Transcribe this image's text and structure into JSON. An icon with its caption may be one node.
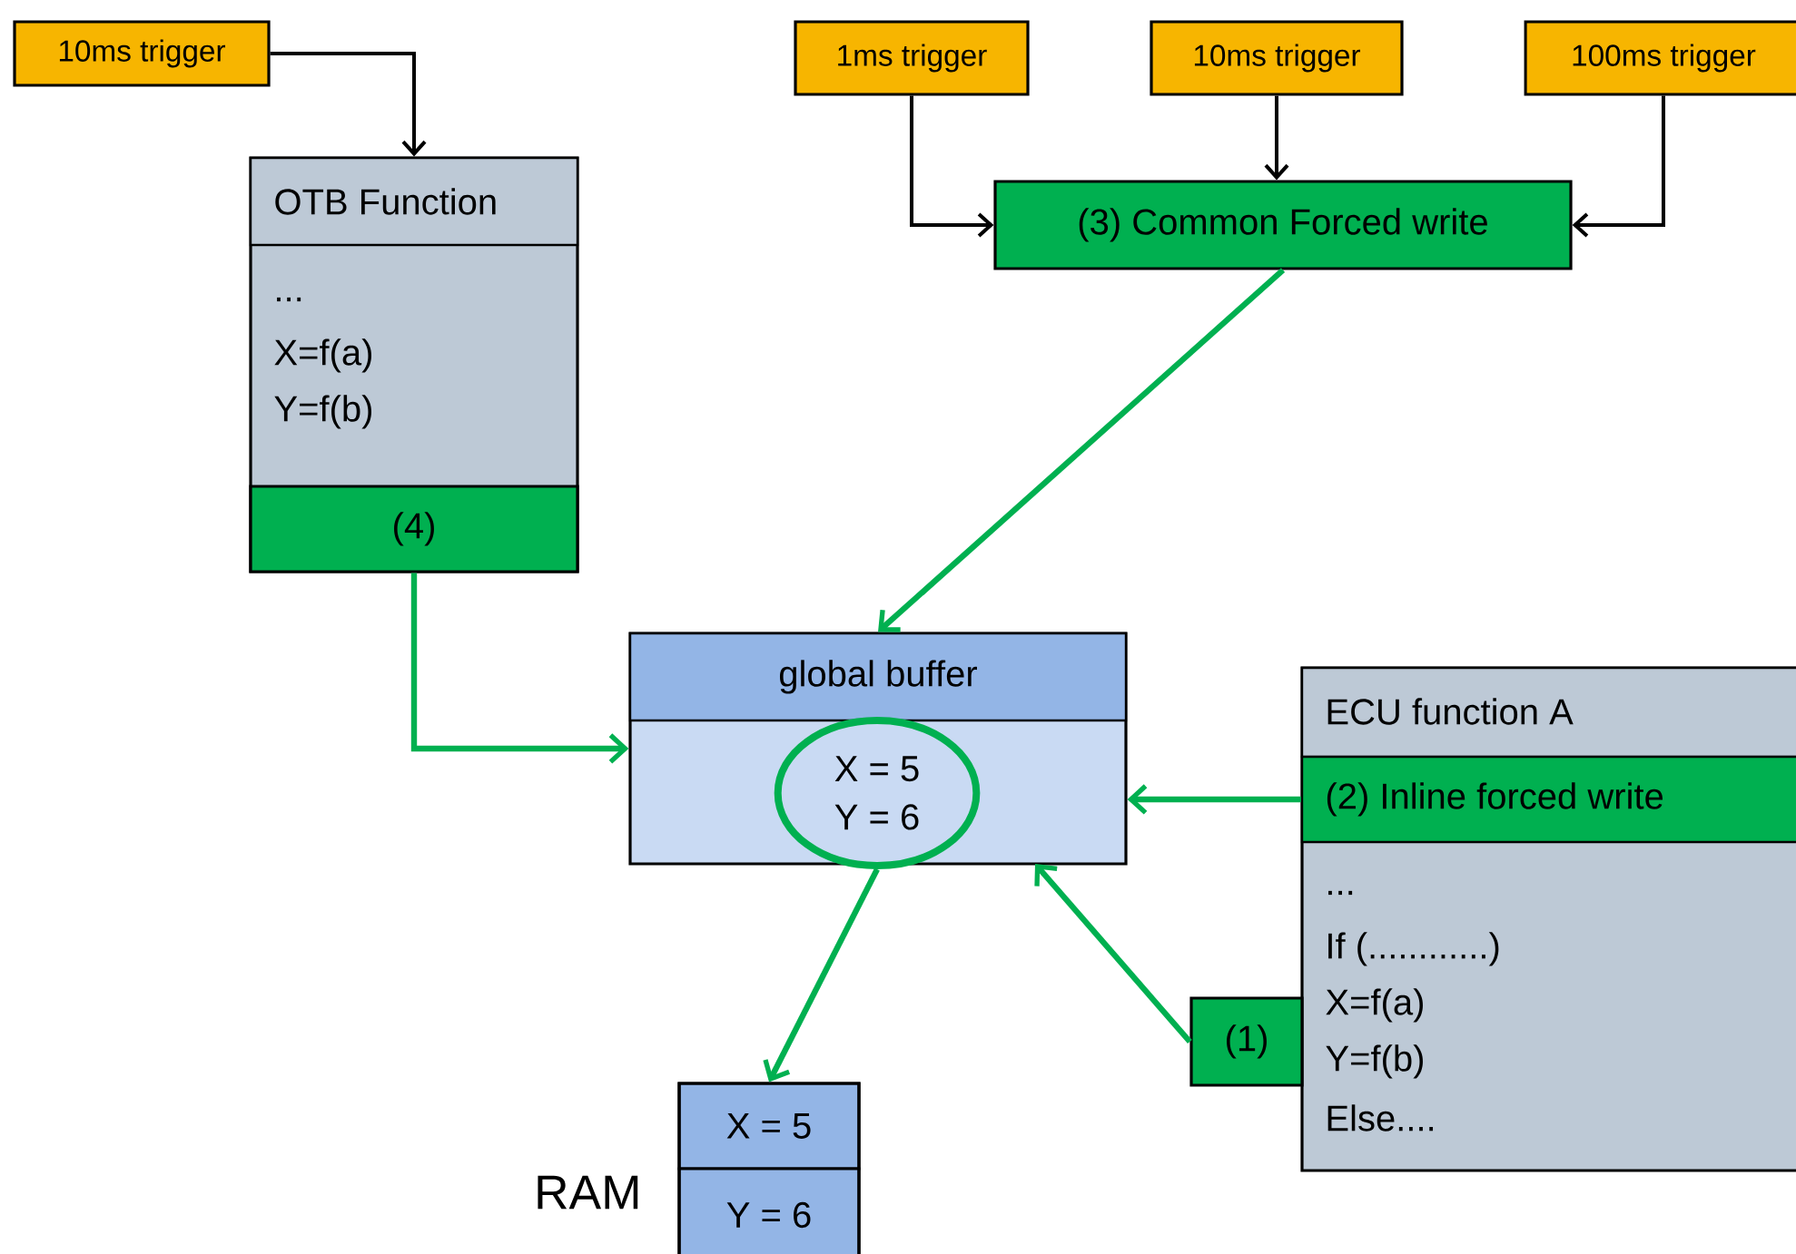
{
  "diagram": {
    "nodes": [
      {
        "text": [
          "10ms trigger"
        ]
      },
      {
        "text": [
          "OTB Function",
          "...",
          "X=f(a)",
          "Y=f(b)"
        ]
      },
      {
        "text": [
          "(4)"
        ],
        "in": 1
      },
      {
        "text": [
          "1ms trigger"
        ]
      },
      {
        "text": [
          "10ms trigger"
        ]
      },
      {
        "text": [
          "100ms trigger"
        ]
      },
      {
        "text": [
          "(3) Common Forced write"
        ]
      },
      {
        "text": [
          "global buffer"
        ]
      },
      {
        "text": [
          "X = 5",
          "Y = 6"
        ],
        "in": 7
      },
      {
        "text": [],
        "shape": "box",
        "beside": [
          "RAM"
        ]
      },
      {
        "text": [
          "X = 5"
        ],
        "in": 9
      },
      {
        "text": [
          "Y = 6"
        ],
        "in": 9
      },
      {
        "text": [
          "ECU function A",
          "...",
          "If (............)",
          "X=f(a)",
          "Y=f(b)",
          "Else...."
        ]
      },
      {
        "text": [
          "(2) Inline forced write"
        ],
        "in": 12
      },
      {
        "text": [
          "(1)"
        ]
      }
    ],
    "edges": [
      {
        "from": 0,
        "to": 1,
        "arrow": "to",
        "color": "#000000"
      },
      {
        "from": 3,
        "to": 6,
        "arrow": "to",
        "color": "#000000"
      },
      {
        "from": 4,
        "to": 6,
        "arrow": "to",
        "color": "#000000"
      },
      {
        "from": 5,
        "to": 6,
        "arrow": "to",
        "color": "#000000"
      },
      {
        "from": 6,
        "to": 7,
        "arrow": "to"
      },
      {
        "from": 2,
        "to": 7,
        "arrow": "to"
      },
      {
        "from": 13,
        "to": 7,
        "arrow": "to"
      },
      {
        "from": 14,
        "to": 7,
        "arrow": "to"
      },
      {
        "from": 8,
        "to": 10,
        "arrow": "to"
      }
    ]
  }
}
